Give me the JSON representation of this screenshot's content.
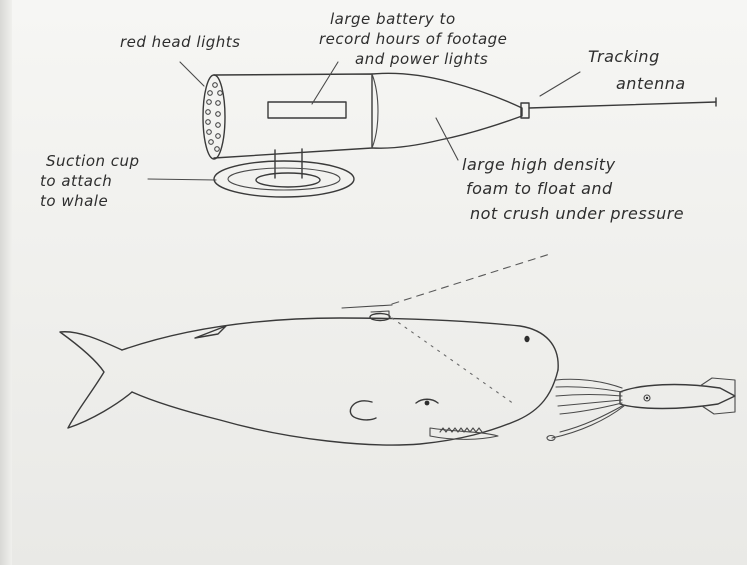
{
  "labels": {
    "red_head_lights": "red head lights",
    "battery_line1": "large battery to",
    "battery_line2": "record hours of footage",
    "battery_line3": "and power lights",
    "antenna_line1": "Tracking",
    "antenna_line2": "antenna",
    "suction_line1": "Suction cup",
    "suction_line2": "to attach",
    "suction_line3": "to whale",
    "foam_line1": "large high density",
    "foam_line2": "foam to float and",
    "foam_line3": "not crush under pressure"
  }
}
